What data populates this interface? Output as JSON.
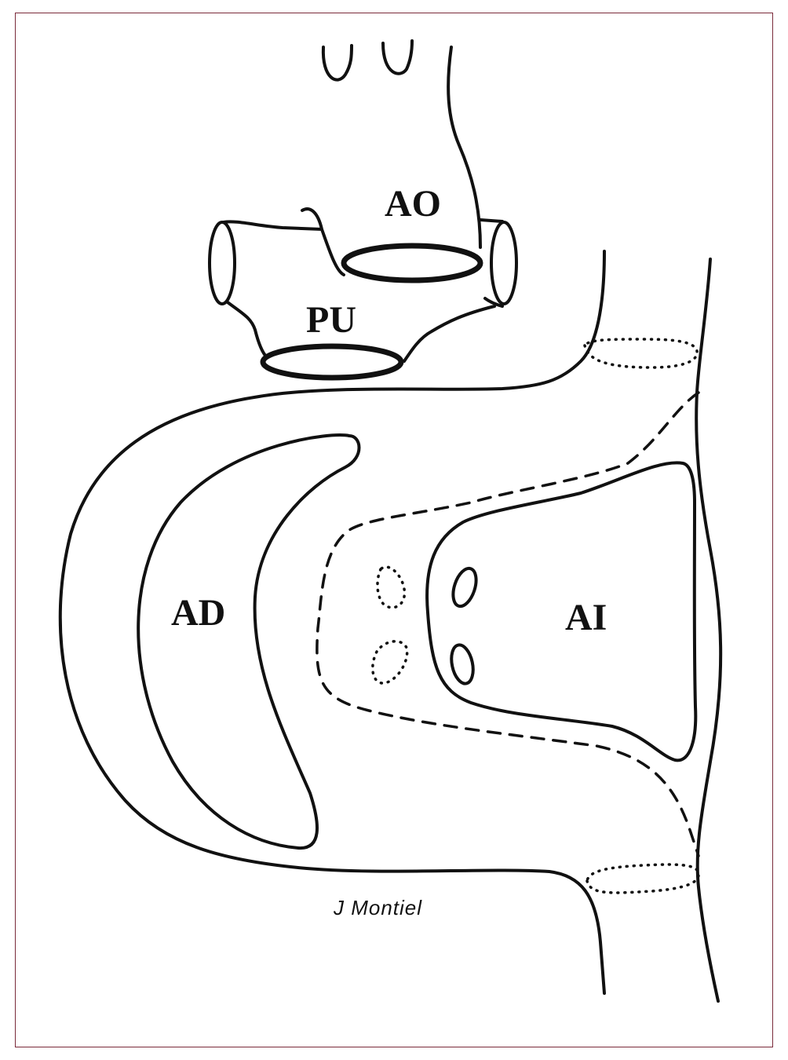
{
  "labels": {
    "ao": "AO",
    "pu": "PU",
    "ad": "AD",
    "ai": "AI"
  },
  "signature": "J Montiel",
  "colors": {
    "frame": "#7a2a3a",
    "ink": "#111111"
  }
}
